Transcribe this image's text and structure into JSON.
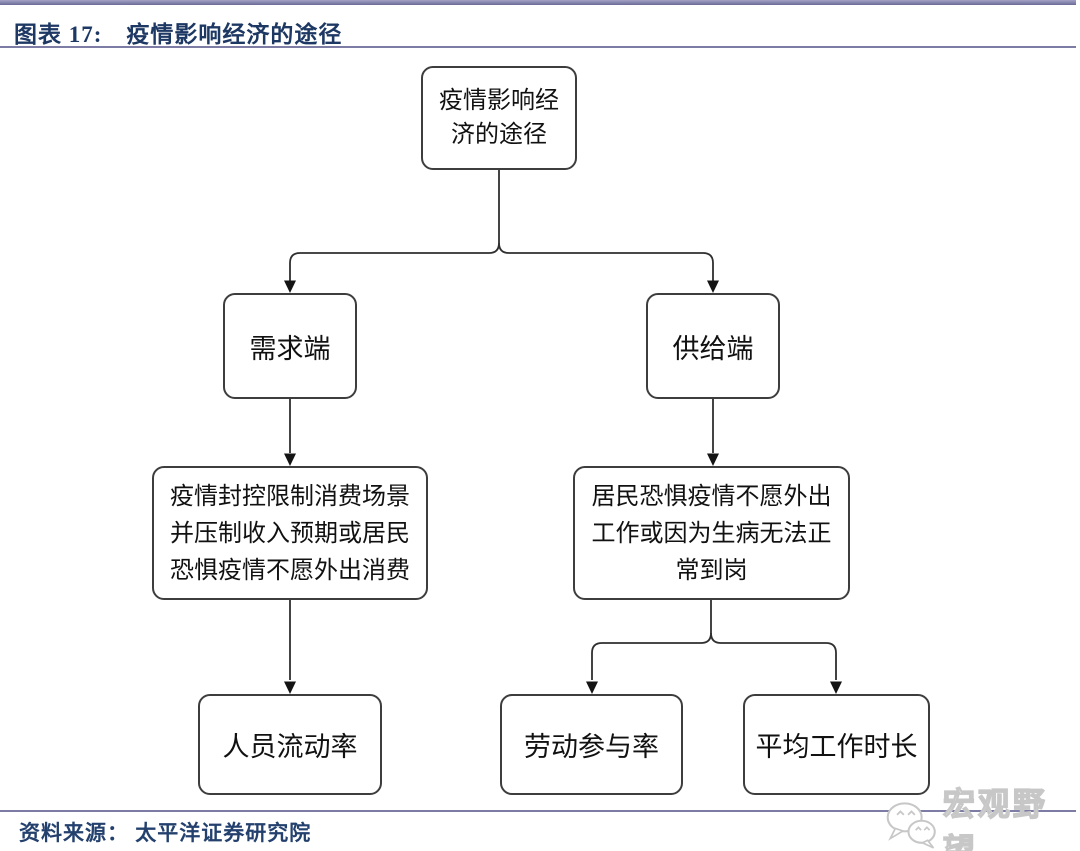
{
  "header": {
    "title": "图表 17:　疫情影响经济的途径"
  },
  "diagram": {
    "nodes": {
      "root": {
        "label": "疫情影响经\n济的途径"
      },
      "demand": {
        "label": "需求端"
      },
      "supply": {
        "label": "供给端"
      },
      "demand_detail": {
        "label": "疫情封控限制消费场景\n并压制收入预期或居民\n恐惧疫情不愿外出消费"
      },
      "supply_detail": {
        "label": "居民恐惧疫情不愿外出\n工作或因为生病无法正\n常到岗"
      },
      "demand_metric": {
        "label": "人员流动率"
      },
      "supply_metric_1": {
        "label": "劳动参与率"
      },
      "supply_metric_2": {
        "label": "平均工作时长"
      }
    },
    "edges": [
      {
        "from": "root",
        "to": "demand"
      },
      {
        "from": "root",
        "to": "supply"
      },
      {
        "from": "demand",
        "to": "demand_detail"
      },
      {
        "from": "supply",
        "to": "supply_detail"
      },
      {
        "from": "demand_detail",
        "to": "demand_metric"
      },
      {
        "from": "supply_detail",
        "to": "supply_metric_1"
      },
      {
        "from": "supply_detail",
        "to": "supply_metric_2"
      }
    ]
  },
  "footer": {
    "source": "资料来源： 太平洋证券研究院"
  },
  "watermark": {
    "text": "宏观野望",
    "icon": "wechat-icon"
  },
  "colors": {
    "accent_line": "#7d7ca5",
    "title_text": "#1e3864",
    "box_border": "#3d3d3d",
    "arrow": "#2b2b2b",
    "watermark_gray": "#c7c7c7"
  }
}
